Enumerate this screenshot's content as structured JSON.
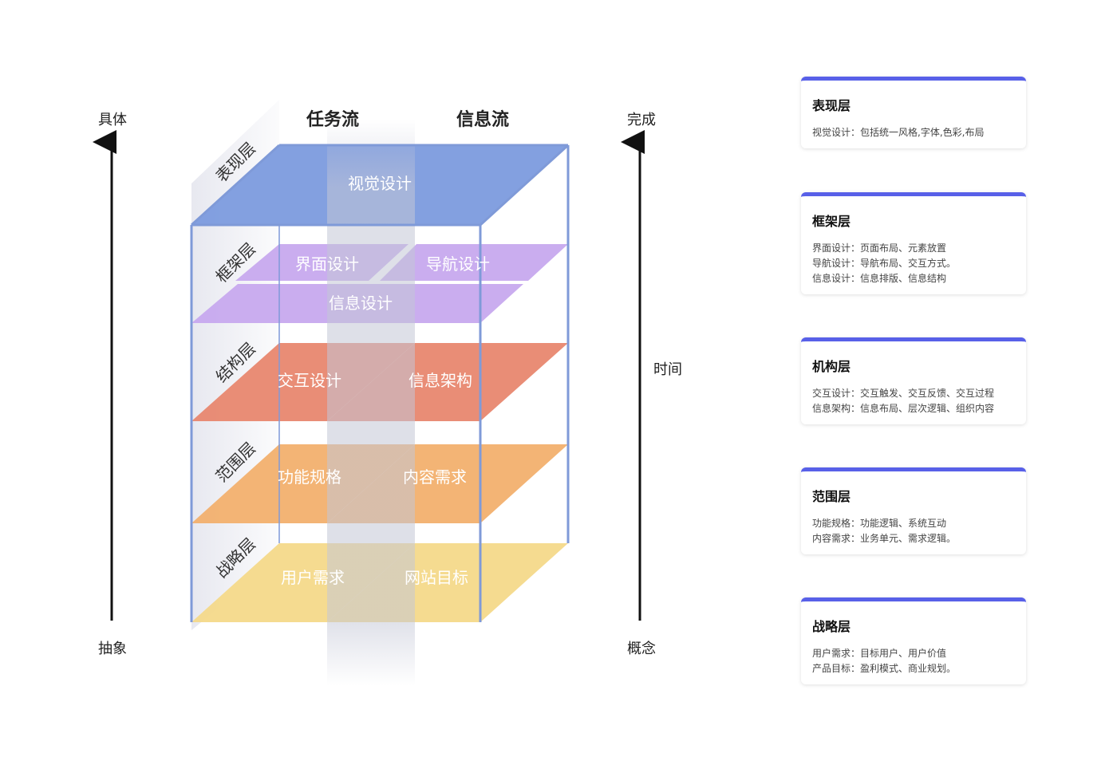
{
  "column_titles": {
    "task_flow": "任务流",
    "info_flow": "信息流"
  },
  "left_axis": {
    "top": "具体",
    "bottom": "抽象"
  },
  "right_axis": {
    "top": "完成",
    "middle": "时间",
    "bottom": "概念"
  },
  "layers": [
    {
      "name": "表现层",
      "color": "#7c9bde",
      "plates": [
        "视觉设计"
      ]
    },
    {
      "name": "框架层",
      "color": "#c7a9ee",
      "plates": [
        "界面设计",
        "导航设计",
        "信息设计"
      ]
    },
    {
      "name": "结构层",
      "color": "#e8876f",
      "plates": [
        "交互设计",
        "信息架构"
      ]
    },
    {
      "name": "范围层",
      "color": "#f2b06e",
      "plates": [
        "功能规格",
        "内容需求"
      ]
    },
    {
      "name": "战略层",
      "color": "#f4d98a",
      "plates": [
        "用户需求",
        "网站目标"
      ]
    }
  ],
  "colors": {
    "accent": "#5860e8",
    "frame": "#7f9ad8",
    "spine": "#c3c6d6"
  },
  "cards": [
    {
      "title": "表现层",
      "lines": [
        {
          "k": "视觉设计：",
          "v": "包括统一风格,字体,色彩,布局"
        }
      ]
    },
    {
      "title": "框架层",
      "lines": [
        {
          "k": "界面设计：",
          "v": "页面布局、元素放置"
        },
        {
          "k": "导航设计：",
          "v": "导航布局、交互方式。"
        },
        {
          "k": "信息设计：",
          "v": "信息排版、信息结构"
        }
      ]
    },
    {
      "title": "机构层",
      "lines": [
        {
          "k": "交互设计：",
          "v": "交互触发、交互反馈、交互过程"
        },
        {
          "k": "信息架构：",
          "v": "信息布局、层次逻辑、组织内容"
        }
      ]
    },
    {
      "title": "范围层",
      "lines": [
        {
          "k": "功能规格：",
          "v": "功能逻辑、系统互动"
        },
        {
          "k": "内容需求：",
          "v": "业务单元、需求逻辑。"
        }
      ]
    },
    {
      "title": "战略层",
      "lines": [
        {
          "k": "用户需求：",
          "v": "目标用户、用户价值"
        },
        {
          "k": "产品目标：",
          "v": "盈利模式、商业规划。"
        }
      ]
    }
  ]
}
